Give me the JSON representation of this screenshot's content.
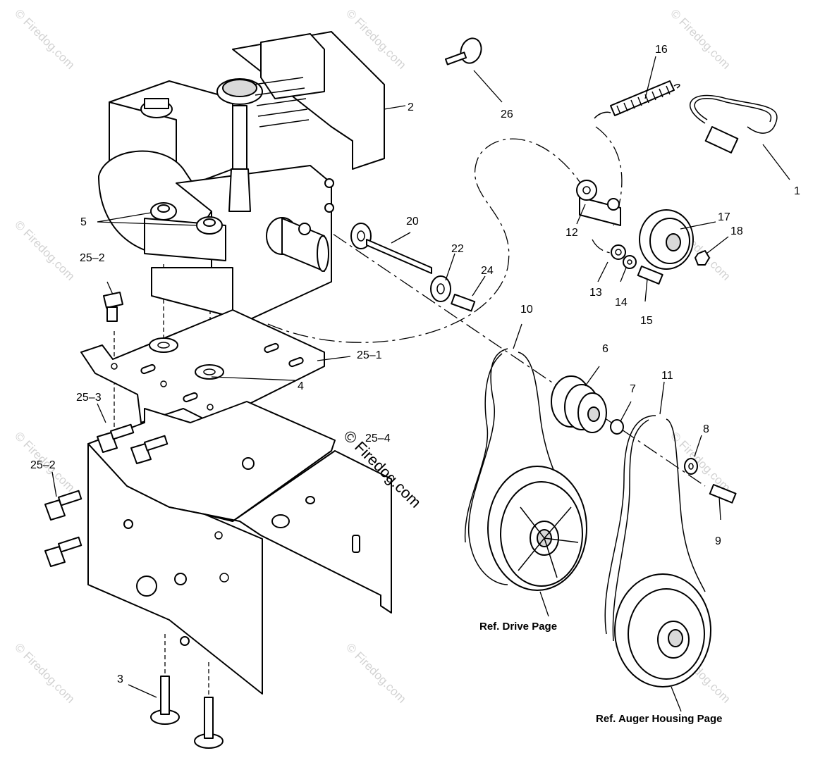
{
  "diagram": {
    "callouts": {
      "c1": "1",
      "c2": "2",
      "c3": "3",
      "c4": "4",
      "c5": "5",
      "c6": "6",
      "c7": "7",
      "c8": "8",
      "c9": "9",
      "c10": "10",
      "c11": "11",
      "c12": "12",
      "c13": "13",
      "c14": "14",
      "c15": "15",
      "c16": "16",
      "c17": "17",
      "c18": "18",
      "c20": "20",
      "c22": "22",
      "c24": "24",
      "c26": "26",
      "c25_1": "25–1",
      "c25_2a": "25–2",
      "c25_2b": "25–2",
      "c25_3": "25–3",
      "c25_4": "25–4"
    },
    "references": {
      "drive": "Ref. Drive Page",
      "auger": "Ref. Auger Housing Page"
    },
    "watermark": "© Firedog.com"
  }
}
